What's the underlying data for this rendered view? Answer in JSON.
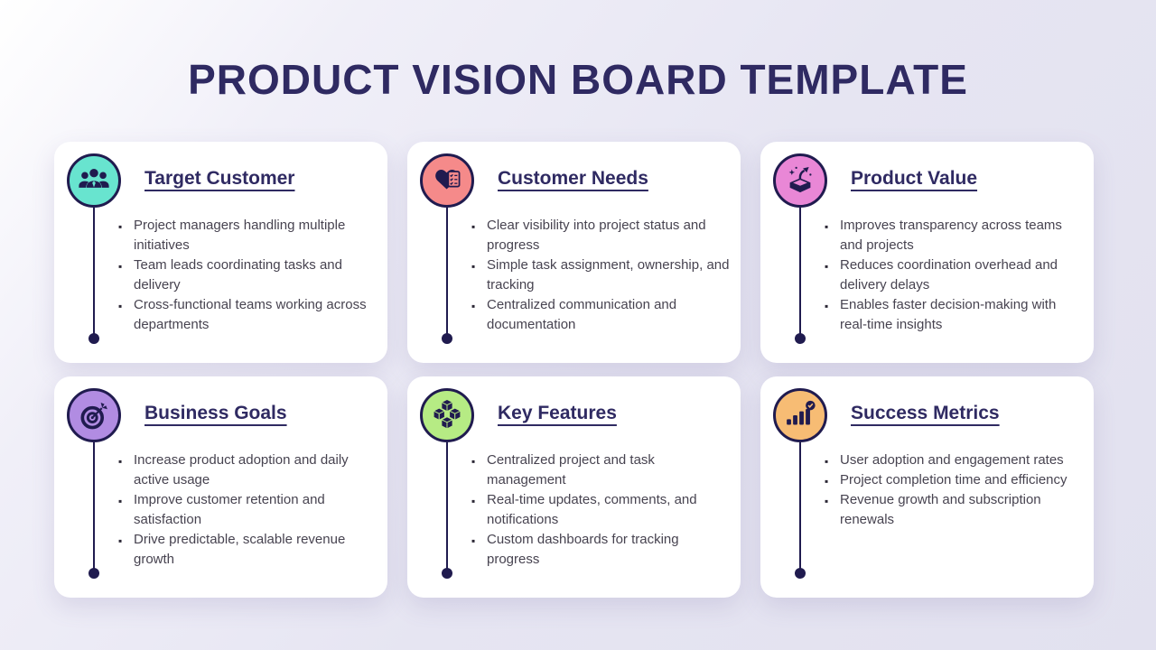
{
  "title": "PRODUCT VISION BOARD TEMPLATE",
  "colors": {
    "navy_ink": "#201b4f",
    "heading": "#2f2a62",
    "body_text": "#474350",
    "card_background": "#ffffff",
    "page_background": "#e4e3f1"
  },
  "cards": [
    {
      "title": "Target Customer",
      "icon": "team-icon",
      "circle_color": "#68e4cf",
      "bullets": [
        "Project managers handling multiple initiatives",
        "Team leads coordinating tasks and delivery",
        "Cross-functional teams working across departments"
      ]
    },
    {
      "title": "Customer Needs",
      "icon": "heart-checklist-icon",
      "circle_color": "#f58a8a",
      "bullets": [
        "Clear visibility into project status and progress",
        "Simple task assignment, ownership, and tracking",
        "Centralized communication and documentation"
      ]
    },
    {
      "title": "Product Value",
      "icon": "product-launch-icon",
      "circle_color": "#e987d6",
      "bullets": [
        "Improves transparency across teams and projects",
        "Reduces coordination overhead and delivery delays",
        "Enables faster decision-making with real-time insights"
      ]
    },
    {
      "title": "Business Goals",
      "icon": "target-dart-icon",
      "circle_color": "#b18ce2",
      "bullets": [
        "Increase product adoption and daily active usage",
        "Improve customer retention and satisfaction",
        "Drive predictable, scalable revenue growth"
      ]
    },
    {
      "title": "Key Features",
      "icon": "cubes-icon",
      "circle_color": "#b6eb84",
      "bullets": [
        "Centralized project and task management",
        "Real-time updates, comments, and notifications",
        "Custom dashboards for tracking progress"
      ]
    },
    {
      "title": "Success Metrics",
      "icon": "bar-chart-check-icon",
      "circle_color": "#f7bc74",
      "bullets": [
        "User adoption and engagement rates",
        "Project completion time and efficiency",
        "Revenue growth and subscription renewals"
      ]
    }
  ]
}
